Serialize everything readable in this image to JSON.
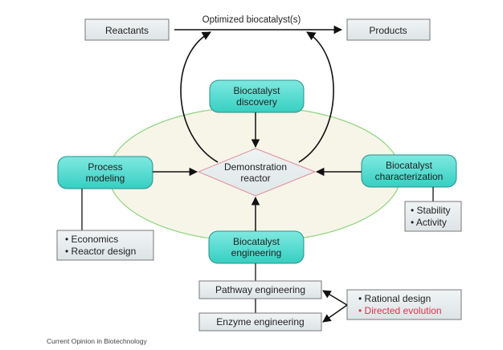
{
  "diagram": {
    "top_flow": {
      "reactants": "Reactants",
      "products": "Products",
      "arrow_label": "Optimized biocatalyst(s)"
    },
    "nodes": {
      "discovery": [
        "Biocatalyst",
        "discovery"
      ],
      "center": [
        "Demonstration",
        "reactor"
      ],
      "process_modeling": [
        "Process",
        "modeling"
      ],
      "characterization": [
        "Biocatalyst",
        "characterization"
      ],
      "engineering": [
        "Biocatalyst",
        "engineering"
      ]
    },
    "notes": {
      "characterization": [
        "• Stability",
        "• Activity"
      ],
      "process_modeling": [
        "• Economics",
        "• Reactor design"
      ],
      "methods": [
        "• Rational design",
        "• Directed evolution"
      ]
    },
    "engineering_levels": {
      "pathway": "Pathway engineering",
      "enzyme": "Enzyme engineering"
    },
    "caption": "Current Opinion in Biotechnology",
    "colors": {
      "teal_node": "#4fdcd0",
      "teal_node_stroke": "#2a8f88",
      "diamond_stroke": "#e58a9a",
      "ellipse_stroke": "#8fd47f",
      "ellipse_fill": "#f7f5e8",
      "gray_box": "#e6ecee",
      "highlight_text": "#e0304a"
    }
  }
}
